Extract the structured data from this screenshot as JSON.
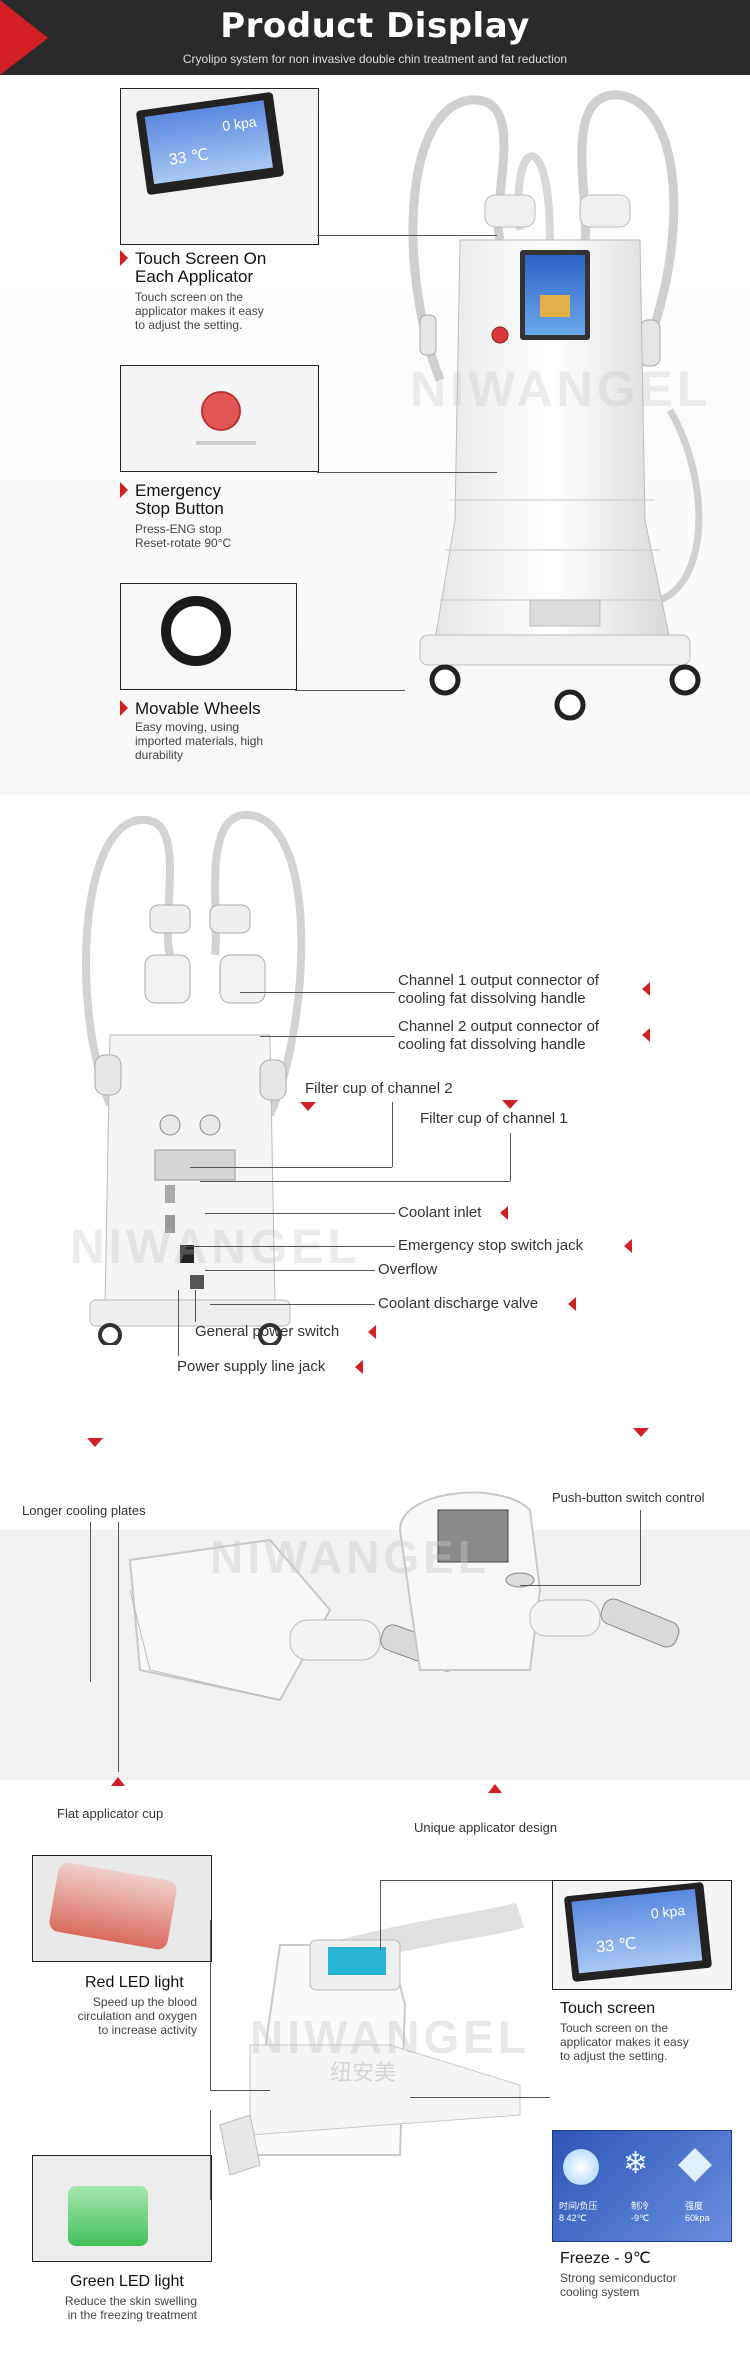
{
  "header": {
    "title": "Product Display",
    "subtitle": "Cryolipo system for non invasive double chin treatment and fat reduction"
  },
  "section1": {
    "features": [
      {
        "title_line1": "Touch Screen On",
        "title_line2": "Each Applicator",
        "desc": [
          "Touch screen on the",
          "applicator makes it easy",
          "to adjust the setting."
        ]
      },
      {
        "title_line1": "Emergency",
        "title_line2": "Stop Button",
        "desc": [
          "Press-ENG stop",
          "Reset-rotate 90°C"
        ]
      },
      {
        "title_line1": "Movable Wheels",
        "title_line2": "",
        "desc": [
          "Easy moving, using",
          "imported materials, high",
          "durability"
        ]
      }
    ],
    "screen_values": {
      "line1": "0 kpa",
      "line2": "33 ℃"
    },
    "watermark": "NIWANGEL"
  },
  "section2": {
    "labels": {
      "ch1_line1": "Channel 1 output connector of",
      "ch1_line2": "cooling fat dissolving handle",
      "ch2_line1": "Channel 2 output connector of",
      "ch2_line2": "cooling fat dissolving handle",
      "filter2": "Filter cup of channel 2",
      "filter1": "Filter cup of channel 1",
      "coolant_inlet": "Coolant inlet",
      "emergency_jack": "Emergency stop switch jack",
      "overflow": "Overflow",
      "discharge": "Coolant discharge valve",
      "power_switch": "General power switch",
      "power_jack": "Power supply line jack"
    }
  },
  "section3": {
    "labels": {
      "longer_plates": "Longer cooling plates",
      "push_button": "Push-button switch control",
      "flat_cup": "Flat applicator cup",
      "unique_design": "Unique applicator design"
    },
    "watermark": "NIWANGEL"
  },
  "section4": {
    "red_led": {
      "title": "Red LED light",
      "desc": [
        "Speed up the blood",
        "circulation and oxygen",
        "to increase activity"
      ]
    },
    "touch": {
      "title": "Touch screen",
      "desc": [
        "Touch screen on the",
        "applicator makes it easy",
        "to adjust the setting."
      ]
    },
    "green_led": {
      "title": "Green LED light",
      "desc": [
        "Reduce the skin swelling",
        "in the freezing treatment"
      ]
    },
    "freeze": {
      "title": "Freeze - 9℃",
      "desc": [
        "Strong semiconductor",
        "cooling system"
      ]
    },
    "freeze_panel": {
      "c1": "时间/负压",
      "c1v": "8  42℃",
      "c2": "制冷",
      "c2v": "-9℃",
      "c3": "强度",
      "c3v": "60kpa"
    },
    "screen_values": {
      "line1": "0 kpa",
      "line2": "33 ℃"
    },
    "watermark": "NIWANGEL",
    "watermark_cn": "纽安美"
  },
  "colors": {
    "accent": "#d31f26",
    "header_bg": "#2a2a2a",
    "screen_blue": "#3a6fd0"
  }
}
